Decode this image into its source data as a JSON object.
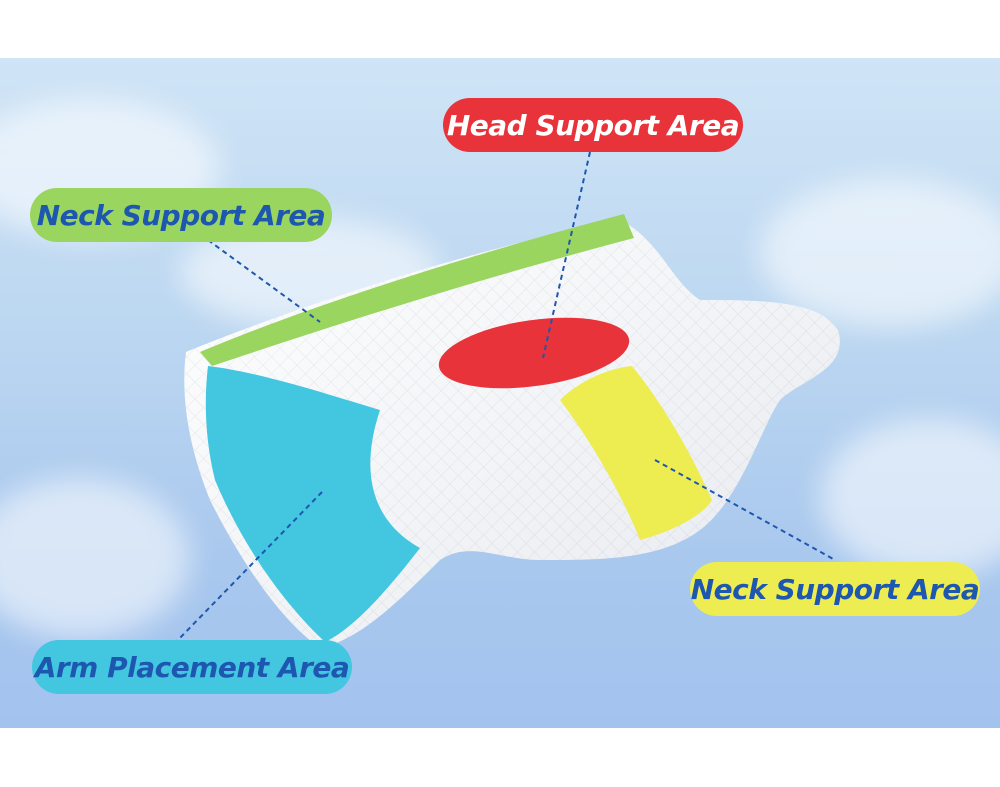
{
  "labels": {
    "head": "Head Support Area",
    "neck_left": "Neck Support Area",
    "neck_right": "Neck Support Area",
    "arm": "Arm Placement Area"
  },
  "colors": {
    "head_zone": "#e8333a",
    "neck_zone_green": "#9ad55f",
    "neck_zone_yellow": "#eded52",
    "arm_zone": "#43c6e0",
    "label_text_blue": "#1d57b0",
    "pillow_white": "#f7f8fa"
  }
}
